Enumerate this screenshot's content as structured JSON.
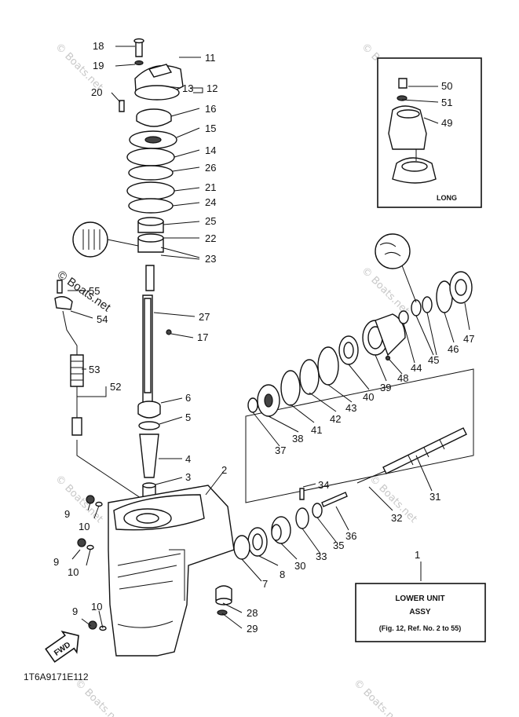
{
  "watermark": "© Boats.net",
  "figure_code": "1T6A9171E112",
  "inset_label": "LONG",
  "fwd_label": "FWD",
  "assembly_box": {
    "title": "LOWER UNIT",
    "subtitle": "ASSY",
    "reference": "(Fig. 12, Ref. No. 2 to 55)"
  },
  "callouts": {
    "c1": "1",
    "c2": "2",
    "c3": "3",
    "c4": "4",
    "c5": "5",
    "c6": "6",
    "c7": "7",
    "c8": "8",
    "c9a": "9",
    "c9b": "9",
    "c9c": "9",
    "c10a": "10",
    "c10b": "10",
    "c10c": "10",
    "c11": "11",
    "c12": "12",
    "c13": "13",
    "c14": "14",
    "c15": "15",
    "c16": "16",
    "c17": "17",
    "c18": "18",
    "c19": "19",
    "c20": "20",
    "c21": "21",
    "c22": "22",
    "c23": "23",
    "c24": "24",
    "c25": "25",
    "c26": "26",
    "c27": "27",
    "c28": "28",
    "c29": "29",
    "c30": "30",
    "c31": "31",
    "c32": "32",
    "c33": "33",
    "c34": "34",
    "c35": "35",
    "c36": "36",
    "c37": "37",
    "c38": "38",
    "c39": "39",
    "c40": "40",
    "c41": "41",
    "c42": "42",
    "c43": "43",
    "c44": "44",
    "c45": "45",
    "c46": "46",
    "c47": "47",
    "c48": "48",
    "c49": "49",
    "c50": "50",
    "c51": "51",
    "c52": "52",
    "c53": "53",
    "c54": "54",
    "c55": "55"
  }
}
